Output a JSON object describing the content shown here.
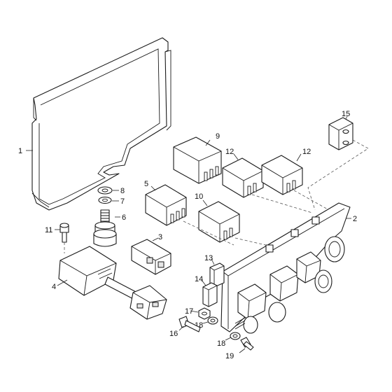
{
  "callouts": {
    "c1": "1",
    "c2": "2",
    "c3": "3",
    "c4": "4",
    "c5": "5",
    "c6": "6",
    "c7": "7",
    "c8": "8",
    "c9": "9",
    "c10": "10",
    "c11": "11",
    "c12a": "12",
    "c12b": "12",
    "c13": "13",
    "c14": "14",
    "c15": "15",
    "c16": "16",
    "c17": "17",
    "c18a": "18",
    "c18b": "18",
    "c19": "19"
  }
}
